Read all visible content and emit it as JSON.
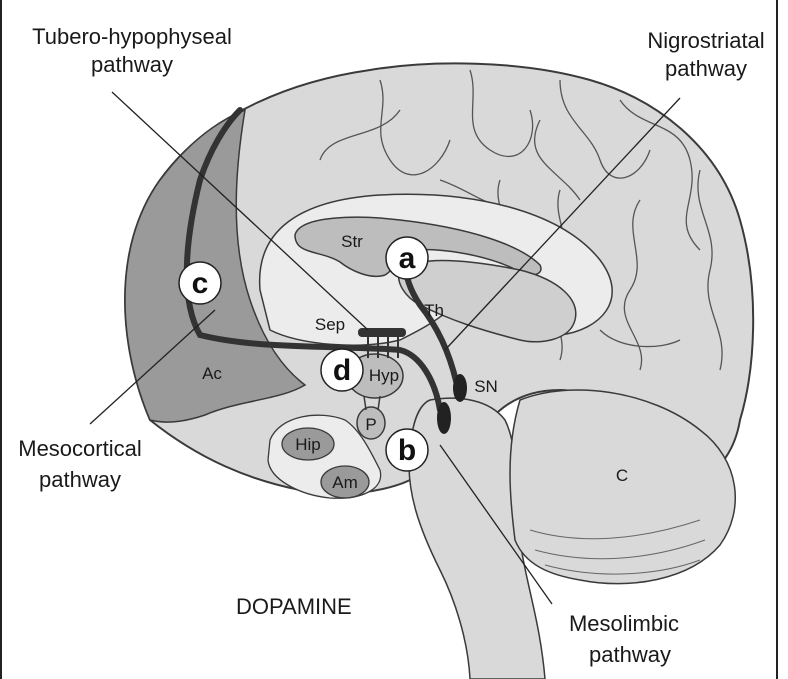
{
  "callouts": {
    "tubero_line1": "Tubero-hypophyseal",
    "tubero_line2": "pathway",
    "nigro_line1": "Nigrostriatal",
    "nigro_line2": "pathway",
    "meso_cortical_line1": "Mesocortical",
    "meso_cortical_line2": "pathway",
    "meso_limbic_line1": "Mesolimbic",
    "meso_limbic_line2": "pathway",
    "transmitter": "DOPAMINE"
  },
  "regions": {
    "striatum": "Str",
    "thalamus": "Th",
    "septum": "Sep",
    "hypothalamus": "Hyp",
    "pituitary": "P",
    "hippocampus": "Hip",
    "amygdala": "Am",
    "accumbens": "Ac",
    "substantia_nigra": "SN",
    "cerebellum": "C"
  },
  "markers": {
    "a": "a",
    "b": "b",
    "c": "c",
    "d": "d"
  },
  "colors": {
    "background": "#ffffff",
    "cortex_fill": "#d9d9d9",
    "prefrontal_fill": "#9a9a9a",
    "inner_fill": "#ececec",
    "pathway": "#333333",
    "outline": "#3a3a3a"
  }
}
